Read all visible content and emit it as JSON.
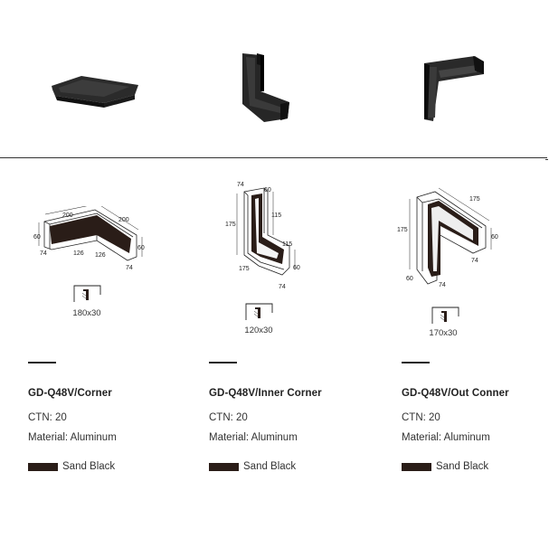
{
  "products": [
    {
      "model": "GD-Q48V/Corner",
      "ctn": "CTN: 20",
      "material": "Material: Aluminum",
      "color_name": "Sand Black",
      "cut_size": "180x30",
      "dims": [
        "200",
        "200",
        "60",
        "60",
        "74",
        "126",
        "126",
        "74"
      ]
    },
    {
      "model": "GD-Q48V/Inner Corner",
      "ctn": "CTN: 20",
      "material": "Material: Aluminum",
      "color_name": "Sand Black",
      "cut_size": "120x30",
      "dims": [
        "74",
        "60",
        "175",
        "115",
        "115",
        "175",
        "60",
        "74"
      ]
    },
    {
      "model": "GD-Q48V/Out Conner",
      "ctn": "CTN: 20",
      "material": "Material: Aluminum",
      "color_name": "Sand Black",
      "cut_size": "170x30",
      "dims": [
        "175",
        "175",
        "60",
        "74",
        "60",
        "74"
      ]
    }
  ],
  "colors": {
    "sand_black": "#2a1d18",
    "line": "#222222"
  },
  "icons": [
    "corner-connector-photo",
    "inner-corner-connector-photo",
    "out-corner-connector-photo",
    "ceiling-cut-icon"
  ]
}
